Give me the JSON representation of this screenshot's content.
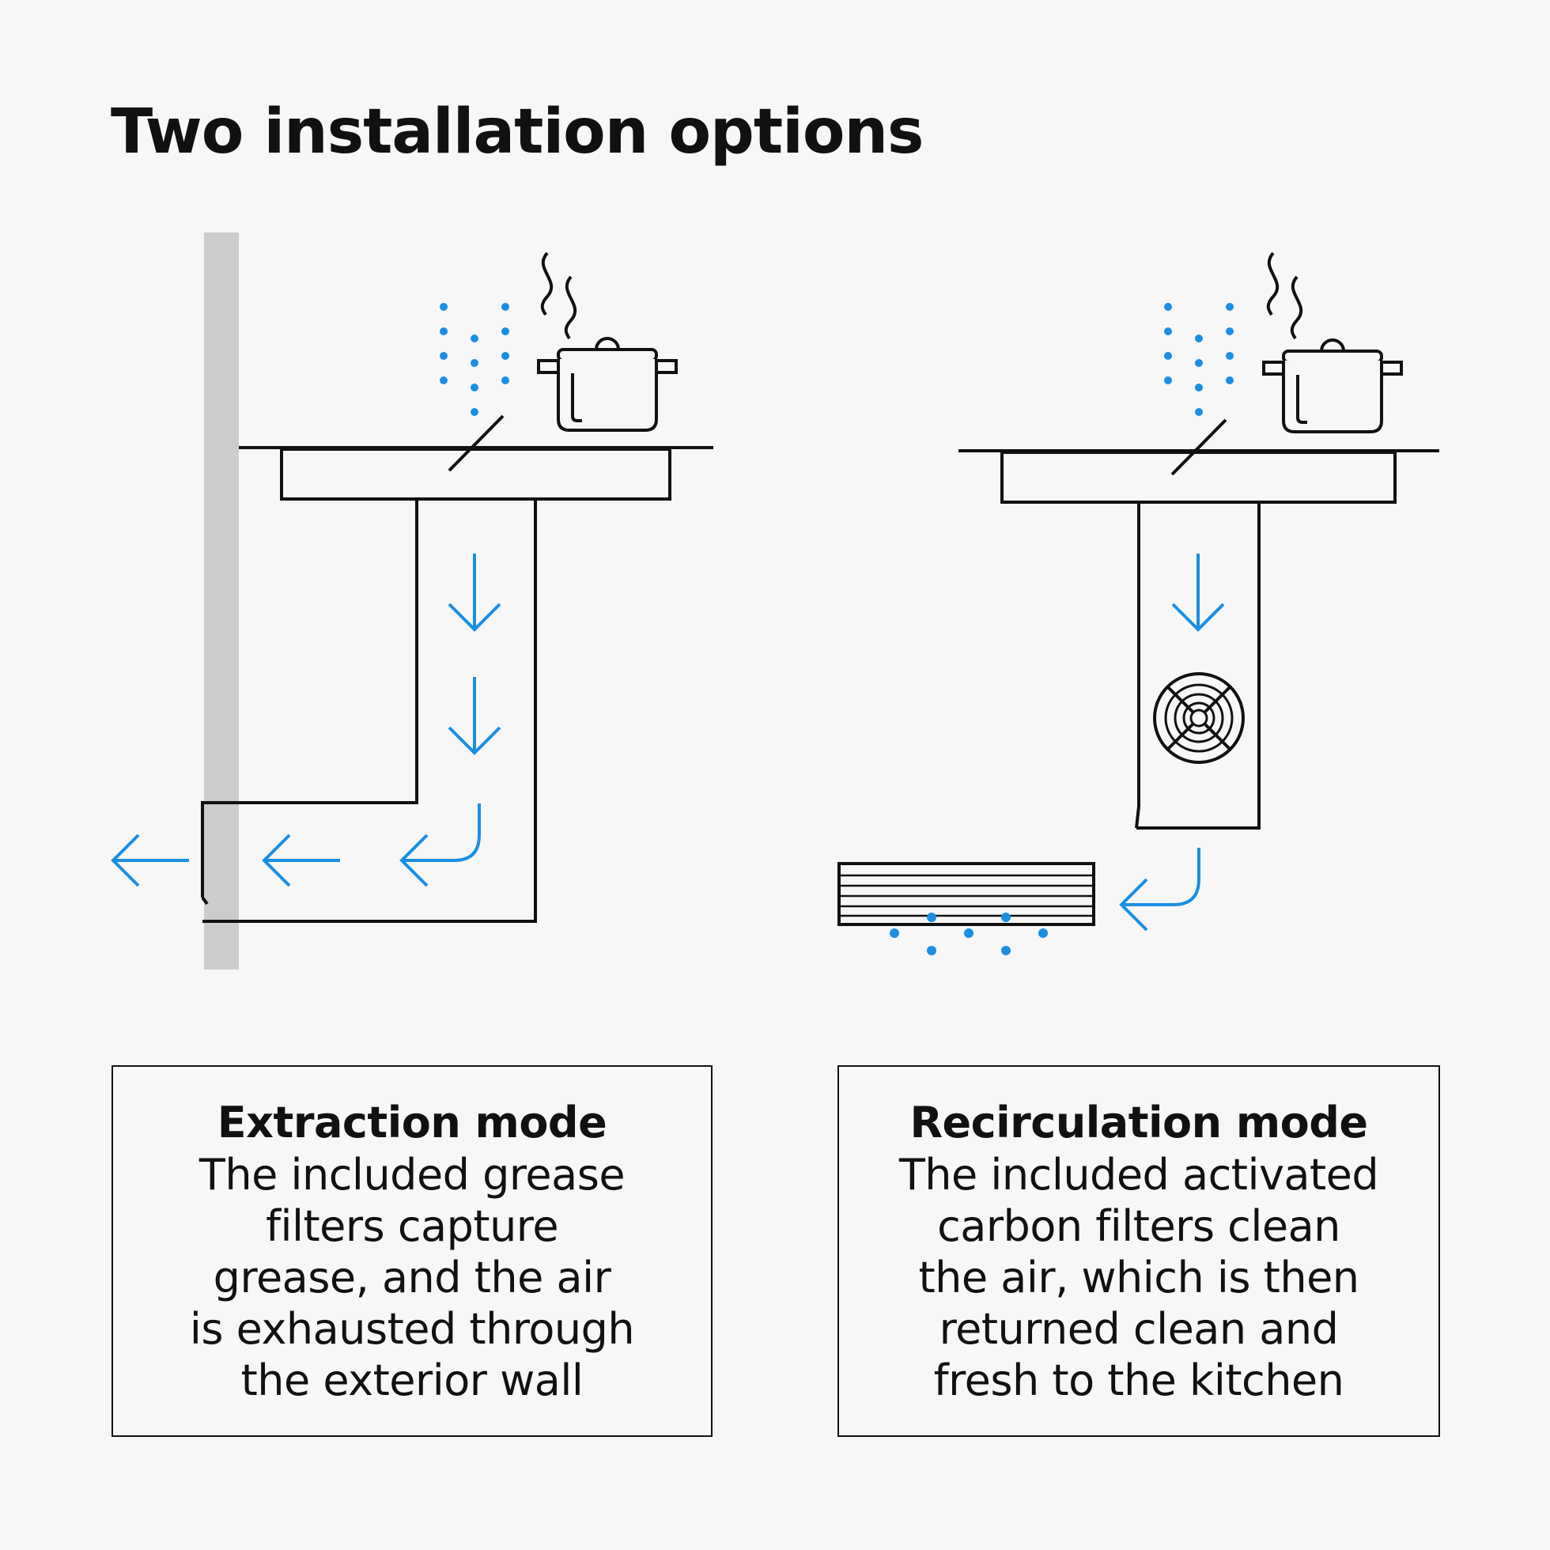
{
  "title": "Two installation options",
  "colors": {
    "background": "#f7f7f7",
    "line": "#111111",
    "accent_blue": "#1a8fe3",
    "wall": "#cccccc"
  },
  "panels": [
    {
      "id": "extraction",
      "heading": "Extraction mode",
      "lines": [
        "The included grease",
        "filters capture",
        "grease, and the air",
        "is exhausted through",
        "the exterior wall"
      ],
      "icons": [
        "wall",
        "pot-icon",
        "steam-icon",
        "grease-dots",
        "duct",
        "arrow-down-icon",
        "arrow-left-icon"
      ]
    },
    {
      "id": "recirculation",
      "heading": "Recirculation mode",
      "lines": [
        "The included activated",
        "carbon filters clean",
        "the air, which is then",
        "returned clean and",
        "fresh to the kitchen"
      ],
      "icons": [
        "pot-icon",
        "steam-icon",
        "grease-dots",
        "duct",
        "fan-icon",
        "arrow-down-icon",
        "vent-grille-icon",
        "clean-air-dots"
      ]
    }
  ]
}
